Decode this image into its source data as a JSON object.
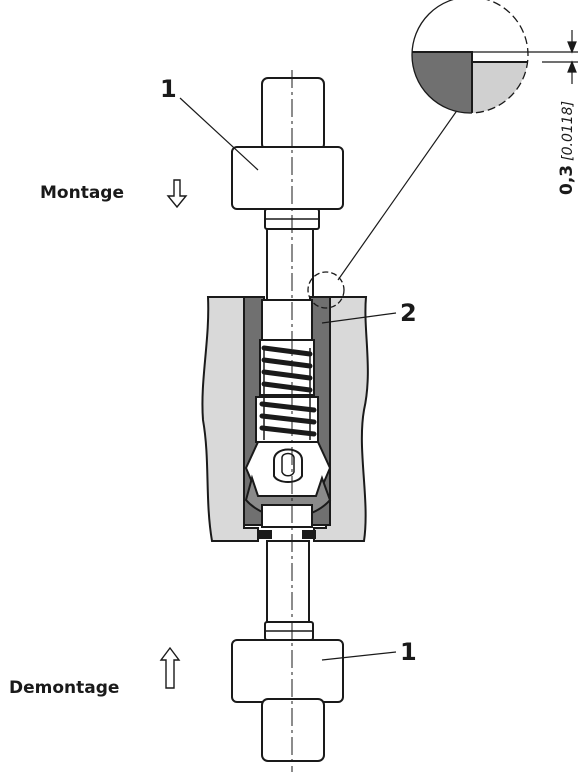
{
  "labels": {
    "montage": "Montage",
    "demontage": "Demontage",
    "callout_tool_top": "1",
    "callout_tool_bottom": "1",
    "callout_part": "2"
  },
  "dimension": {
    "value": "0,3",
    "inch_value": "[0.0118]"
  },
  "icons": {
    "press_down": "arrow-down-icon",
    "press_up": "arrow-up-icon"
  },
  "colors": {
    "line": "#1a1a1a",
    "housing": "#d9d9d9",
    "insert": "#707070",
    "detail_fill": "#d0d0d0"
  }
}
